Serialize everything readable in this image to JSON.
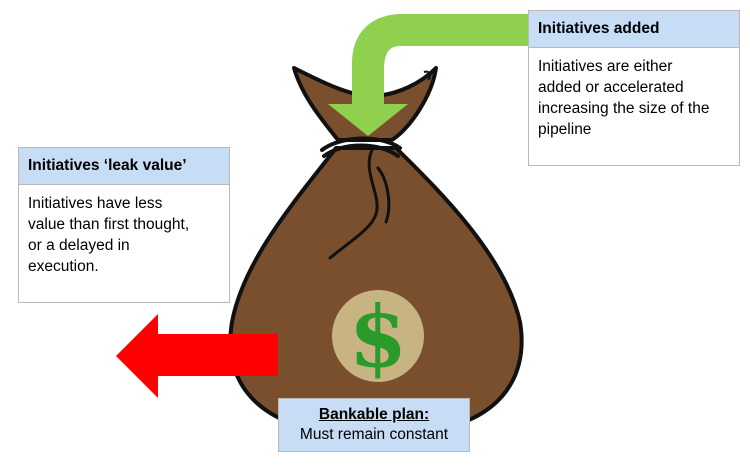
{
  "initiatives_added": {
    "title": "Initiatives added",
    "body": [
      "Initiatives are either",
      "added or accelerated",
      "increasing the size of the",
      "pipeline"
    ]
  },
  "initiatives_leak": {
    "title": "Initiatives ‘leak value’",
    "body": [
      "Initiatives have less",
      "value than first thought,",
      "or a delayed in",
      "execution."
    ]
  },
  "bankable_plan": {
    "title": "Bankable plan:",
    "subtitle": "Must remain constant"
  },
  "money_bag": {
    "symbol": "$"
  },
  "colors": {
    "bag_fill": "#7a4f2e",
    "bag_outline": "#111111",
    "coin_fill": "#c7b482",
    "dollar_green": "#2a9a2a",
    "arrow_in": "#8fd14f",
    "arrow_out": "#ff0000",
    "callout_header": "#c7dcf5"
  }
}
